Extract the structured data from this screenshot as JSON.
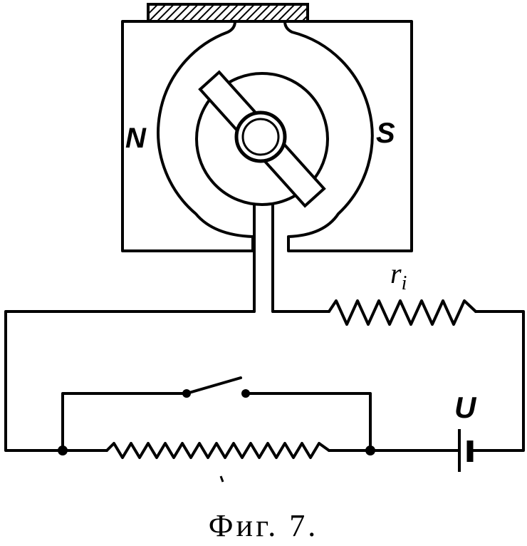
{
  "labels": {
    "north_pole": "N",
    "south_pole": "S",
    "internal_resistance": "r",
    "internal_resistance_sub": "i",
    "voltage": "U"
  },
  "caption": "Фиг. 7.",
  "colors": {
    "ink": "#000000",
    "background": "#ffffff"
  }
}
